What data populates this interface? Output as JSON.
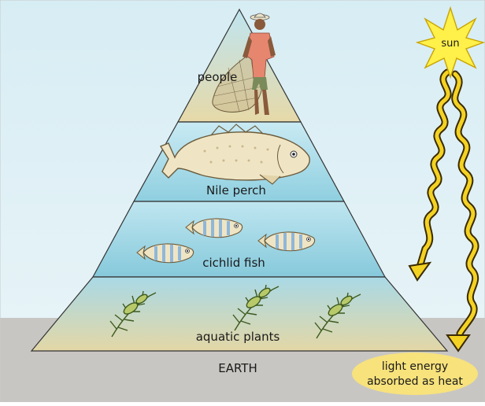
{
  "levels": {
    "top": "people",
    "second": "Nile perch",
    "third": "cichlid fish",
    "bottom": "aquatic plants"
  },
  "ground_label": "EARTH",
  "sun_label": "sun",
  "heat_label": {
    "line1": "light energy",
    "line2": "absorbed as heat"
  },
  "colors": {
    "sky": "#d9eef5",
    "ground": "#c8c6c3",
    "water": "#8fcfe0",
    "sand": "#e8dcae",
    "sun": "#fff04a",
    "sun_stroke": "#c9a400",
    "heat_ellipse": "#f7e27c",
    "arrow": "#f3d224",
    "arrow_outline": "#3b2a00"
  }
}
